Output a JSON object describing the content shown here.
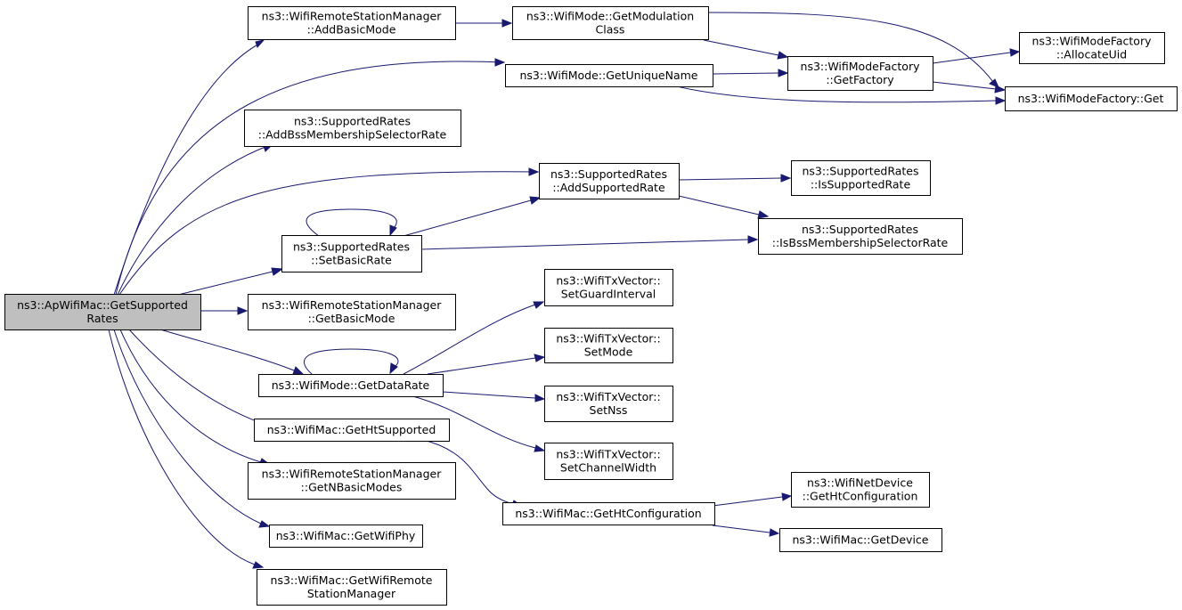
{
  "colors": {
    "edge": "#191970",
    "node_fill": "#ffffff",
    "root_fill": "#bfbfbf",
    "border": "#000000"
  },
  "nodes": [
    {
      "id": "root",
      "lines": [
        "ns3::ApWifiMac::GetSupported",
        "Rates"
      ],
      "highlighted": true
    },
    {
      "id": "add_basic_mode",
      "lines": [
        "ns3::WifiRemoteStationManager",
        "::AddBasicMode"
      ]
    },
    {
      "id": "get_modulation_class",
      "lines": [
        "ns3::WifiMode::GetModulation",
        "Class"
      ]
    },
    {
      "id": "allocate_uid",
      "lines": [
        "ns3::WifiModeFactory",
        "::AllocateUid"
      ]
    },
    {
      "id": "get_unique_name",
      "lines": [
        "ns3::WifiMode::GetUniqueName"
      ]
    },
    {
      "id": "get_factory",
      "lines": [
        "ns3::WifiModeFactory",
        "::GetFactory"
      ]
    },
    {
      "id": "factory_get",
      "lines": [
        "ns3::WifiModeFactory::Get"
      ]
    },
    {
      "id": "add_bss_selector",
      "lines": [
        "ns3::SupportedRates",
        "::AddBssMembershipSelectorRate"
      ]
    },
    {
      "id": "add_supported_rate",
      "lines": [
        "ns3::SupportedRates",
        "::AddSupportedRate"
      ]
    },
    {
      "id": "is_supported_rate",
      "lines": [
        "ns3::SupportedRates",
        "::IsSupportedRate"
      ]
    },
    {
      "id": "set_basic_rate",
      "lines": [
        "ns3::SupportedRates",
        "::SetBasicRate"
      ]
    },
    {
      "id": "is_bss_selector",
      "lines": [
        "ns3::SupportedRates",
        "::IsBssMembershipSelectorRate"
      ]
    },
    {
      "id": "get_basic_mode",
      "lines": [
        "ns3::WifiRemoteStationManager",
        "::GetBasicMode"
      ]
    },
    {
      "id": "set_guard_interval",
      "lines": [
        "ns3::WifiTxVector::",
        "SetGuardInterval"
      ]
    },
    {
      "id": "set_mode",
      "lines": [
        "ns3::WifiTxVector::",
        "SetMode"
      ]
    },
    {
      "id": "get_data_rate",
      "lines": [
        "ns3::WifiMode::GetDataRate"
      ]
    },
    {
      "id": "set_nss",
      "lines": [
        "ns3::WifiTxVector::",
        "SetNss"
      ]
    },
    {
      "id": "get_ht_supported",
      "lines": [
        "ns3::WifiMac::GetHtSupported"
      ]
    },
    {
      "id": "set_channel_width",
      "lines": [
        "ns3::WifiTxVector::",
        "SetChannelWidth"
      ]
    },
    {
      "id": "get_n_basic_modes",
      "lines": [
        "ns3::WifiRemoteStationManager",
        "::GetNBasicModes"
      ]
    },
    {
      "id": "netdevice_get_ht_config",
      "lines": [
        "ns3::WifiNetDevice",
        "::GetHtConfiguration"
      ]
    },
    {
      "id": "get_ht_configuration",
      "lines": [
        "ns3::WifiMac::GetHtConfiguration"
      ]
    },
    {
      "id": "get_wifi_phy",
      "lines": [
        "ns3::WifiMac::GetWifiPhy"
      ]
    },
    {
      "id": "get_device",
      "lines": [
        "ns3::WifiMac::GetDevice"
      ]
    },
    {
      "id": "get_remote_station_manager",
      "lines": [
        "ns3::WifiMac::GetWifiRemote",
        "StationManager"
      ]
    }
  ]
}
